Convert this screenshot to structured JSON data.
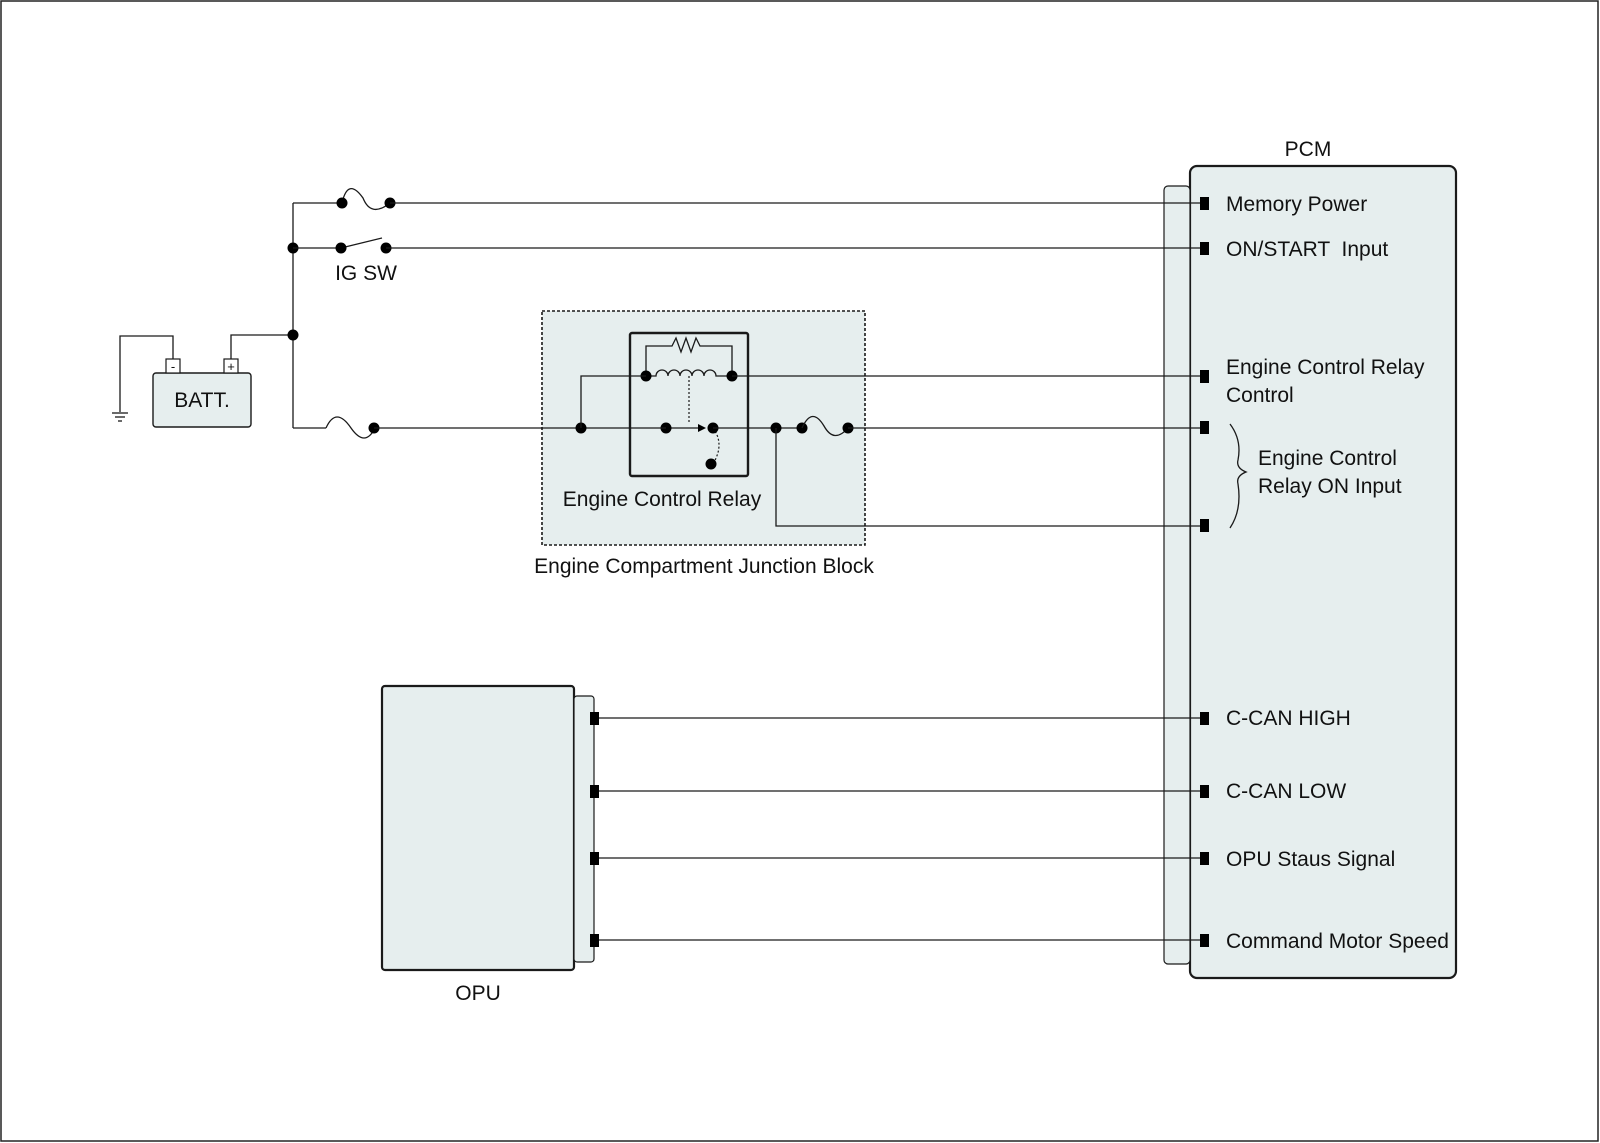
{
  "colors": {
    "module_fill": "#e6eeee",
    "line": "#1a1a1a"
  },
  "icons": [
    "battery-icon",
    "ground-icon",
    "fuse-icon",
    "switch-icon",
    "relay-coil-icon",
    "resistor-icon"
  ],
  "battery": {
    "label": "BATT.",
    "neg": "-",
    "pos": "+"
  },
  "ignition": {
    "label": "IG SW"
  },
  "junction_block": {
    "label": "Engine Compartment Junction Block",
    "relay_label": "Engine Control Relay"
  },
  "pcm": {
    "title": "PCM",
    "pins": [
      "Memory Power",
      "ON/START  Input",
      "Engine Control Relay",
      "Control",
      "C-CAN HIGH",
      "C-CAN LOW",
      "OPU Staus Signal",
      "Command Motor Speed"
    ],
    "relay_on_input": [
      "Engine Control",
      "Relay ON Input"
    ]
  },
  "opu": {
    "label": "OPU"
  }
}
